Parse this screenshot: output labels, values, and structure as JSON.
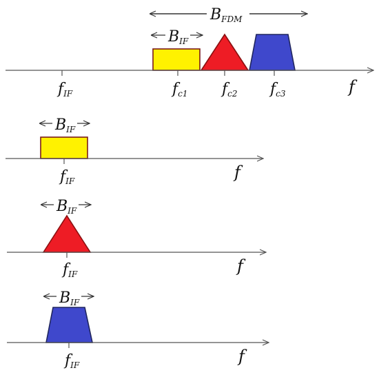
{
  "colors": {
    "yellow": "#FFF200",
    "red": "#EE1C25",
    "blue": "#3F48CC",
    "yellow_stroke": "#7A1A1A",
    "red_stroke": "#8A1010",
    "blue_stroke": "#20265E",
    "axis": "#555555"
  },
  "labels": {
    "f": "f",
    "f_main": "f",
    "b_main": "B",
    "sub_if": "IF",
    "sub_fdm": "FDM",
    "sub_c1": "c1",
    "sub_c2": "c2",
    "sub_c3": "c3"
  },
  "panels": [
    {
      "name": "composite-spectrum",
      "shapes": [
        "yellow-rect",
        "red-triangle",
        "blue-trapezoid"
      ]
    },
    {
      "name": "channel-1-spectrum",
      "shapes": [
        "yellow-rect"
      ]
    },
    {
      "name": "channel-2-spectrum",
      "shapes": [
        "red-triangle"
      ]
    },
    {
      "name": "channel-3-spectrum",
      "shapes": [
        "blue-trapezoid"
      ]
    }
  ]
}
